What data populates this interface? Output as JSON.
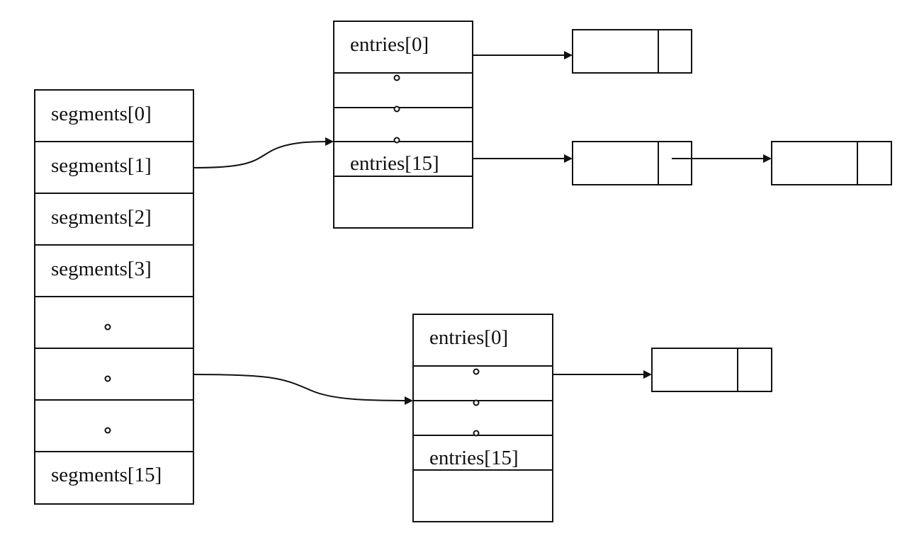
{
  "segments_table": {
    "labels": [
      "segments[0]",
      "segments[1]",
      "segments[2]",
      "segments[3]",
      "segments[15]"
    ]
  },
  "entries_table_top": {
    "first_label": "entries[0]",
    "last_label": "entries[15]"
  },
  "entries_table_bottom": {
    "first_label": "entries[0]",
    "last_label": "entries[15]"
  }
}
